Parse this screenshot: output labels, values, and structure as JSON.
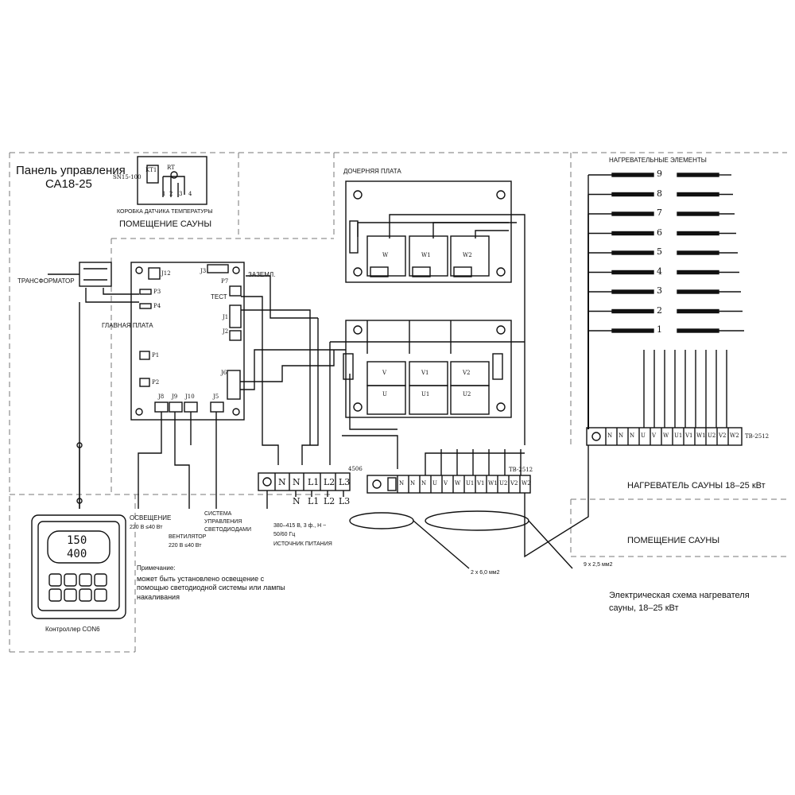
{
  "panel_title": [
    "Панель управления",
    "СА18-25"
  ],
  "sensor_box": {
    "model": "SN15-100",
    "kt1": "KT1",
    "rt": "RT",
    "pins": [
      "1",
      "2",
      "3",
      "4"
    ],
    "label": "КОРОБКА ДАТЧИКА ТЕМПЕРАТУРЫ",
    "room": "ПОМЕЩЕНИЕ САУНЫ"
  },
  "transformer": "ТРАНСФОРМАТОР",
  "main_board": {
    "label": "ГЛАВНАЯ ПЛАТА",
    "j12": "J12",
    "j3": "J3",
    "p7": "P7",
    "p3": "P3",
    "p4": "P4",
    "ground": "ЗАЗЕМЛ.",
    "test": "ТЕСТ",
    "j1": "J1",
    "j2": "J2",
    "p1": "P1",
    "p2": "P2",
    "j6": "J6",
    "j8": "J8",
    "j9": "J9",
    "j10": "J10",
    "j5": "J5"
  },
  "daughter_board": {
    "label": "ДОЧЕРНЯЯ ПЛАТА",
    "relays_top": [
      "W",
      "W1",
      "W2"
    ],
    "relays_mid": [
      "V",
      "V1",
      "V2"
    ],
    "relays_bot": [
      "U",
      "U1",
      "U2"
    ]
  },
  "heating_elements": {
    "label": "НАГРЕВАТЕЛЬНЫЕ ЭЛЕМЕНТЫ",
    "numbers": [
      "9",
      "8",
      "7",
      "6",
      "5",
      "4",
      "3",
      "2",
      "1"
    ]
  },
  "power_terminal": {
    "id": "4506",
    "cells": [
      "N",
      "N",
      "L1",
      "L2",
      "L3"
    ],
    "bottom": [
      "N",
      "L1",
      "L2",
      "L3"
    ]
  },
  "center_terminal": {
    "id": "TB-2512",
    "cells": [
      "N",
      "N",
      "N",
      "U",
      "V",
      "W",
      "U1",
      "V1",
      "W1",
      "U2",
      "V2",
      "W2"
    ]
  },
  "right_terminal": {
    "id": "TB-2512",
    "cells": [
      "N",
      "N",
      "N",
      "U",
      "V",
      "W",
      "U1",
      "V1",
      "W1",
      "U2",
      "V2",
      "W2"
    ]
  },
  "power_source": {
    "spec": [
      "380–415 В, 3 ф., Н ~",
      "50/60 Гц"
    ],
    "label": "ИСТОЧНИК ПИТАНИЯ"
  },
  "lighting": [
    "ОСВЕЩЕНИЕ",
    "220 В ≤40 Вт"
  ],
  "fan": [
    "ВЕНТИЛЯТОР",
    "220 В ≤40 Вт"
  ],
  "led_system": [
    "СИСТЕМА",
    "УПРАВЛЕНИЯ",
    "СВЕТОДИОДАМИ"
  ],
  "note": {
    "title": "Примечание:",
    "text": "может быть установлено освещение с помощью светодиодной системы или лампы накаливания"
  },
  "controller": {
    "label": "Контроллер CON6",
    "temp": "150",
    "time": "400"
  },
  "cables": {
    "left": "2 х 6,0 мм2",
    "right": "9 х 2,5 мм2"
  },
  "heater_label": "НАГРЕВАТЕЛЬ САУНЫ 18–25 кВт",
  "sauna_room": "ПОМЕЩЕНИЕ САУНЫ",
  "caption": [
    "Электрическая схема нагревателя",
    "сауны, 18–25 кВт"
  ],
  "colors": {
    "ink": "#111111",
    "paper": "#ffffff",
    "dash": "#666666"
  }
}
